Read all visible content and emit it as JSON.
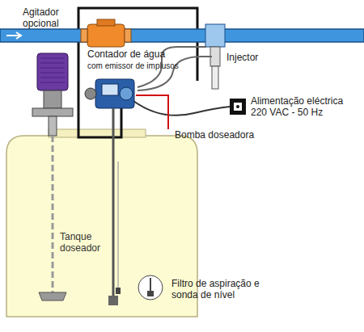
{
  "diagram": {
    "nodes": [
      {
        "text": [
          "Tanque doseador"
        ]
      }
    ],
    "labels": [
      "Contador de água",
      "com emissor de implusos",
      "Injector",
      "Agitador opcional",
      "Alimentação eléctrica 220 VAC - 50 Hz",
      "Bomba doseadora",
      "Filtro de aspiração e sonda de nível"
    ]
  }
}
